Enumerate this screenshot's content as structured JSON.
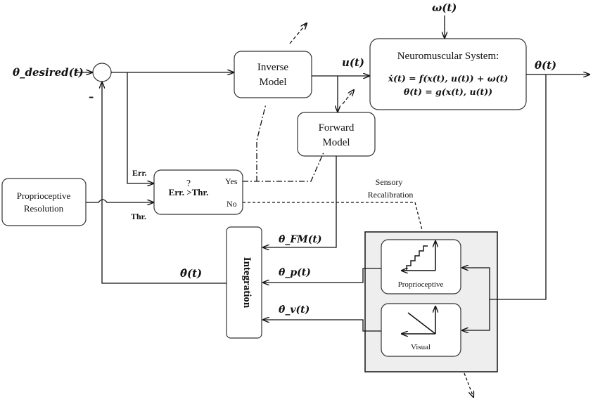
{
  "blocks": {
    "proprioceptive_resolution": {
      "line1": "Proprioceptive",
      "line2": "Resolution"
    },
    "inverse_model": {
      "line1": "Inverse",
      "line2": "Model"
    },
    "forward_model": {
      "line1": "Forward",
      "line2": "Model"
    },
    "neuromuscular": {
      "title": "Neuromuscular System:",
      "eq1": "ẋ(t) = f(x(t), u(t)) + ω(t)",
      "eq2": "θ(t) = g(x(t), u(t))"
    },
    "comparator": {
      "question": "?",
      "label": "Err. >Thr.",
      "yes": "Yes",
      "no": "No"
    },
    "integration": {
      "label": "Integration"
    },
    "sensors": {
      "proprioceptive": "Proprioceptive",
      "visual": "Visual"
    }
  },
  "signals": {
    "theta_desired": "θ_desired(t)",
    "minus": "-",
    "u": "u(t)",
    "omega": "ω(t)",
    "theta_out": "θ(t)",
    "err": "Err.",
    "thr": "Thr.",
    "theta_fm": "θ̂_FM(t)",
    "theta_p": "θ̂_p(t)",
    "theta_v": "θ̂_v(t)",
    "theta_hat": "θ̂(t)"
  },
  "annotations": {
    "sensory_recalibration_line1": "Sensory",
    "sensory_recalibration_line2": "Recalibration"
  }
}
